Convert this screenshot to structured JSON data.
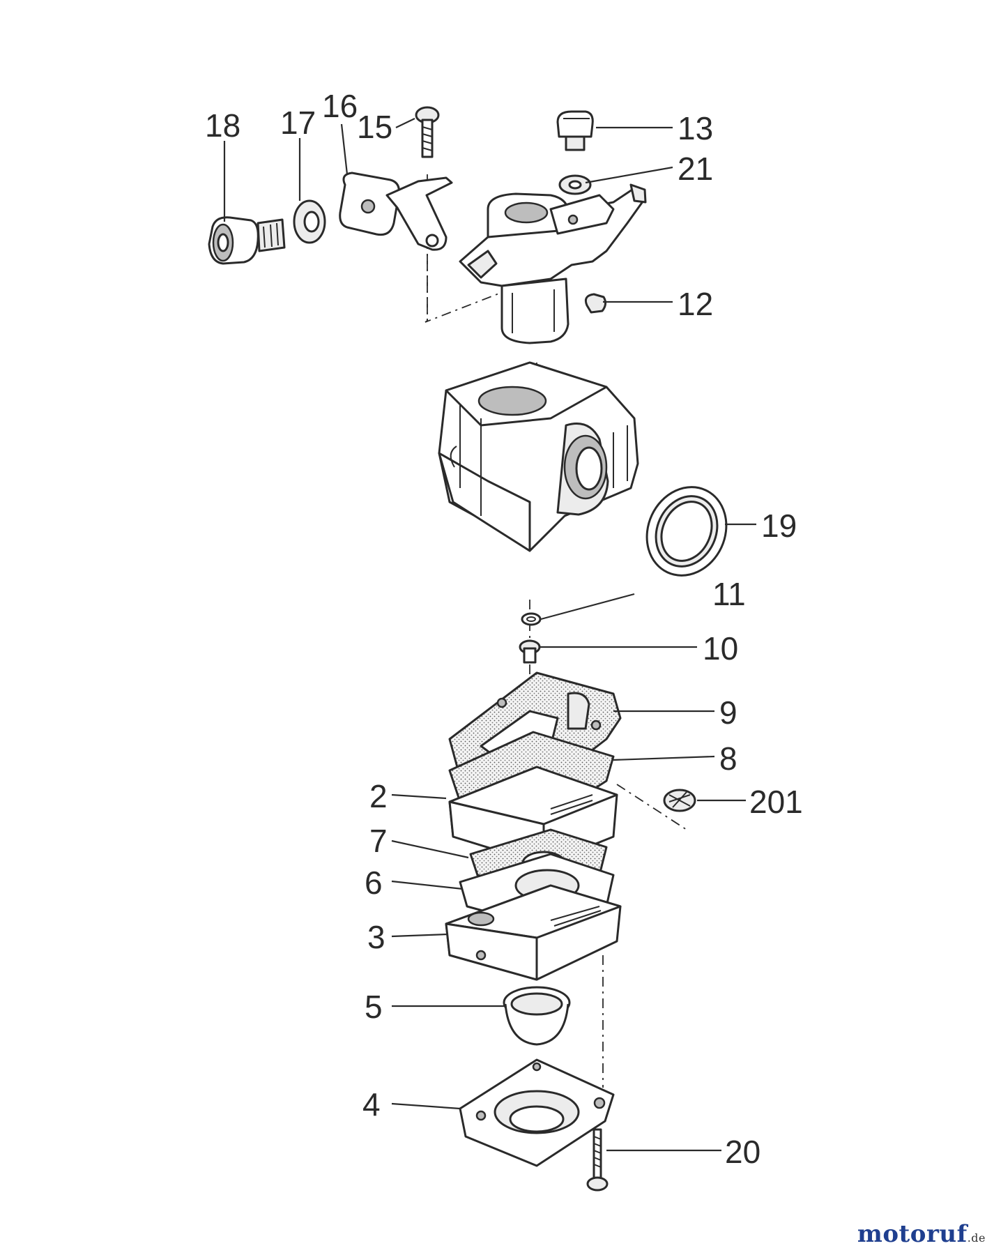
{
  "diagram": {
    "callouts": [
      {
        "id": "18",
        "label": "18"
      },
      {
        "id": "17",
        "label": "17"
      },
      {
        "id": "16",
        "label": "16"
      },
      {
        "id": "15",
        "label": "15"
      },
      {
        "id": "13",
        "label": "13"
      },
      {
        "id": "21",
        "label": "21"
      },
      {
        "id": "12",
        "label": "12"
      },
      {
        "id": "19",
        "label": "19"
      },
      {
        "id": "11",
        "label": "11"
      },
      {
        "id": "10",
        "label": "10"
      },
      {
        "id": "9",
        "label": "9"
      },
      {
        "id": "8",
        "label": "8"
      },
      {
        "id": "2",
        "label": "2"
      },
      {
        "id": "201",
        "label": "201"
      },
      {
        "id": "7",
        "label": "7"
      },
      {
        "id": "6",
        "label": "6"
      },
      {
        "id": "3",
        "label": "3"
      },
      {
        "id": "5",
        "label": "5"
      },
      {
        "id": "4",
        "label": "4"
      },
      {
        "id": "20",
        "label": "20"
      }
    ]
  },
  "watermark": {
    "brand": "motoruf",
    "tld": ".de"
  }
}
